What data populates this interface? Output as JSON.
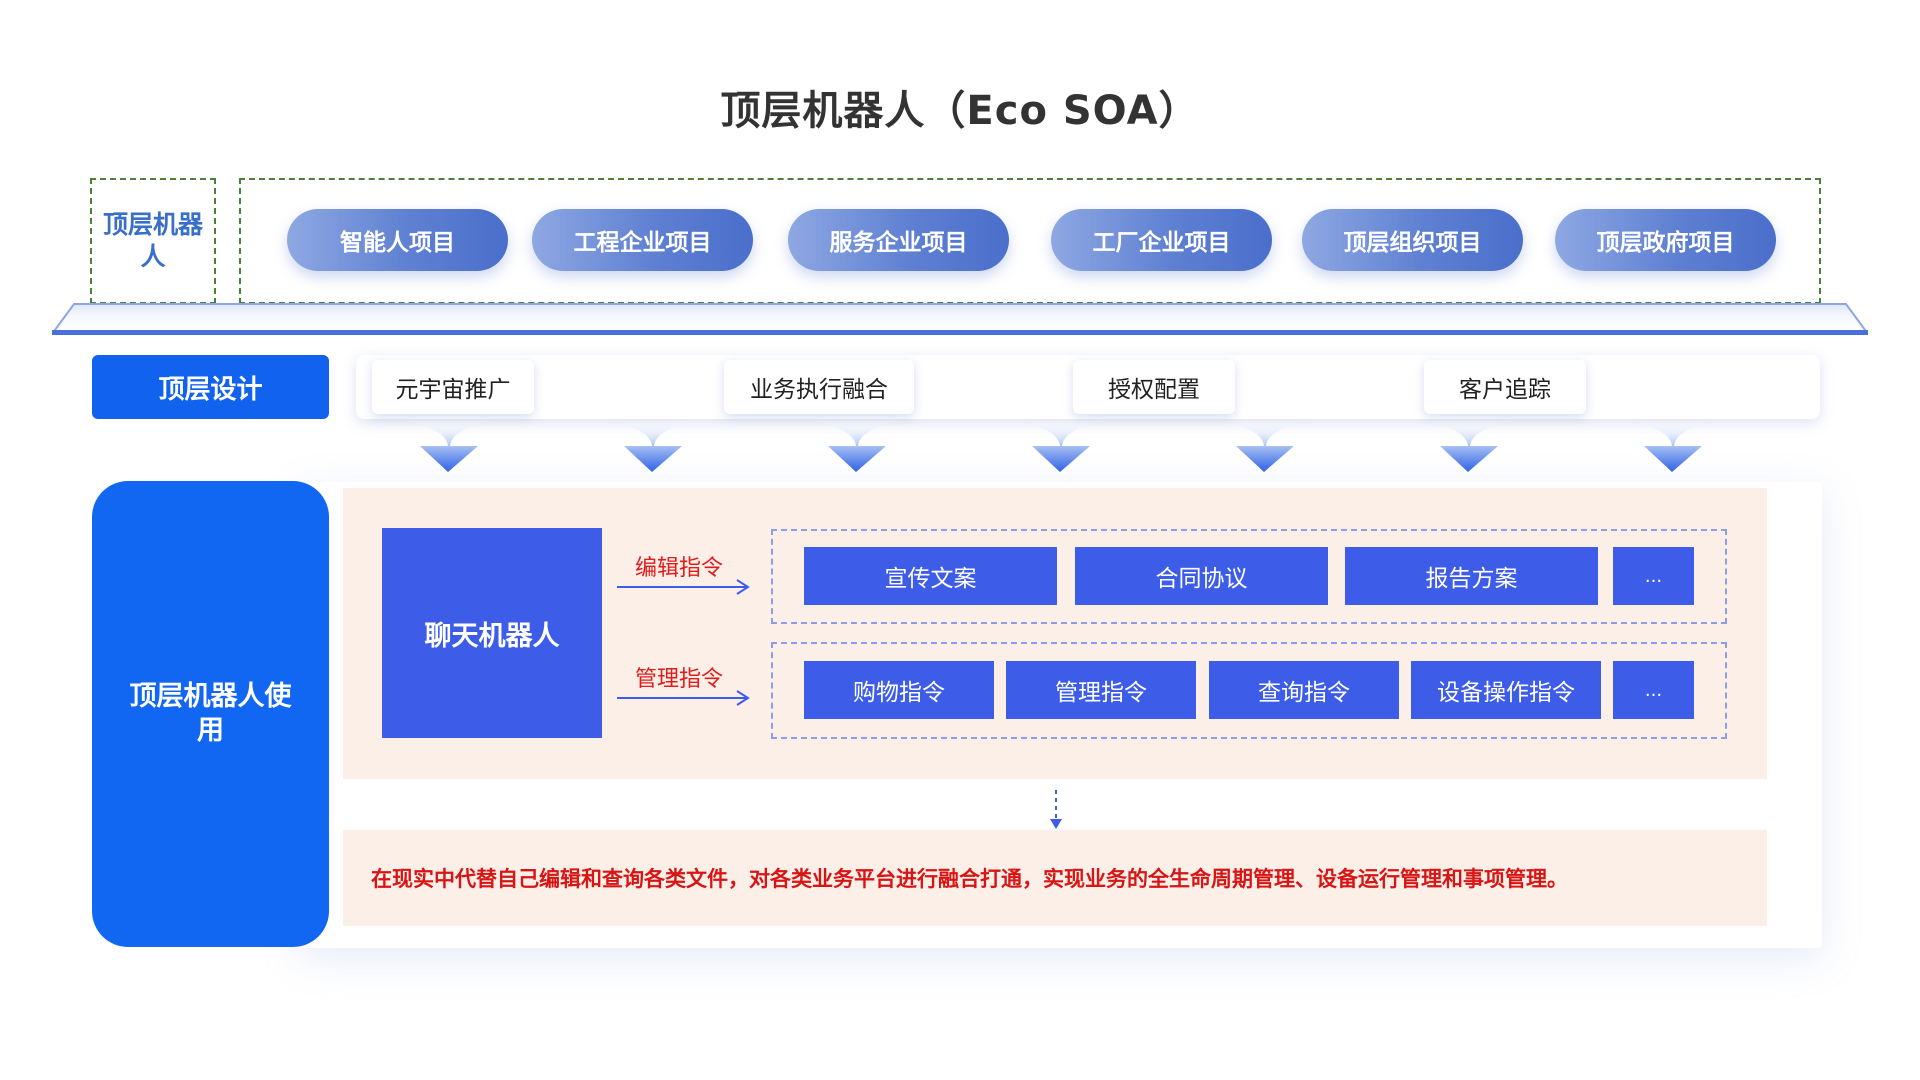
{
  "title": "顶层机器人（Eco SOA）",
  "top_row": {
    "label": "顶层机器人",
    "projects": [
      "智能人项目",
      "工程企业项目",
      "服务企业项目",
      "工厂企业项目",
      "顶层组织项目",
      "顶层政府项目"
    ]
  },
  "design_row": {
    "label": "顶层设计",
    "items": [
      "元宇宙推广",
      "业务执行融合",
      "授权配置",
      "客户追踪"
    ]
  },
  "usage": {
    "label": "顶层机器人使用",
    "chat_robot": "聊天机器人",
    "edit_command": {
      "label": "编辑指令",
      "items": [
        "宣传文案",
        "合同协议",
        "报告方案",
        "..."
      ]
    },
    "management_command": {
      "label": "管理指令",
      "items": [
        "购物指令",
        "管理指令",
        "查询指令",
        "设备操作指令",
        "..."
      ]
    },
    "summary": "在现实中代替自己编辑和查询各类文件，对各类业务平台进行融合打通，实现业务的全生命周期管理、设备运行管理和事项管理。"
  },
  "colors": {
    "primary_blue": "#1162ee",
    "cell_blue": "#3d5de8",
    "pill_blue": "#5f80d2",
    "accent_red": "#e21b1b",
    "peach_bg": "#fbefe8",
    "dash_green": "#4f7d3a"
  }
}
